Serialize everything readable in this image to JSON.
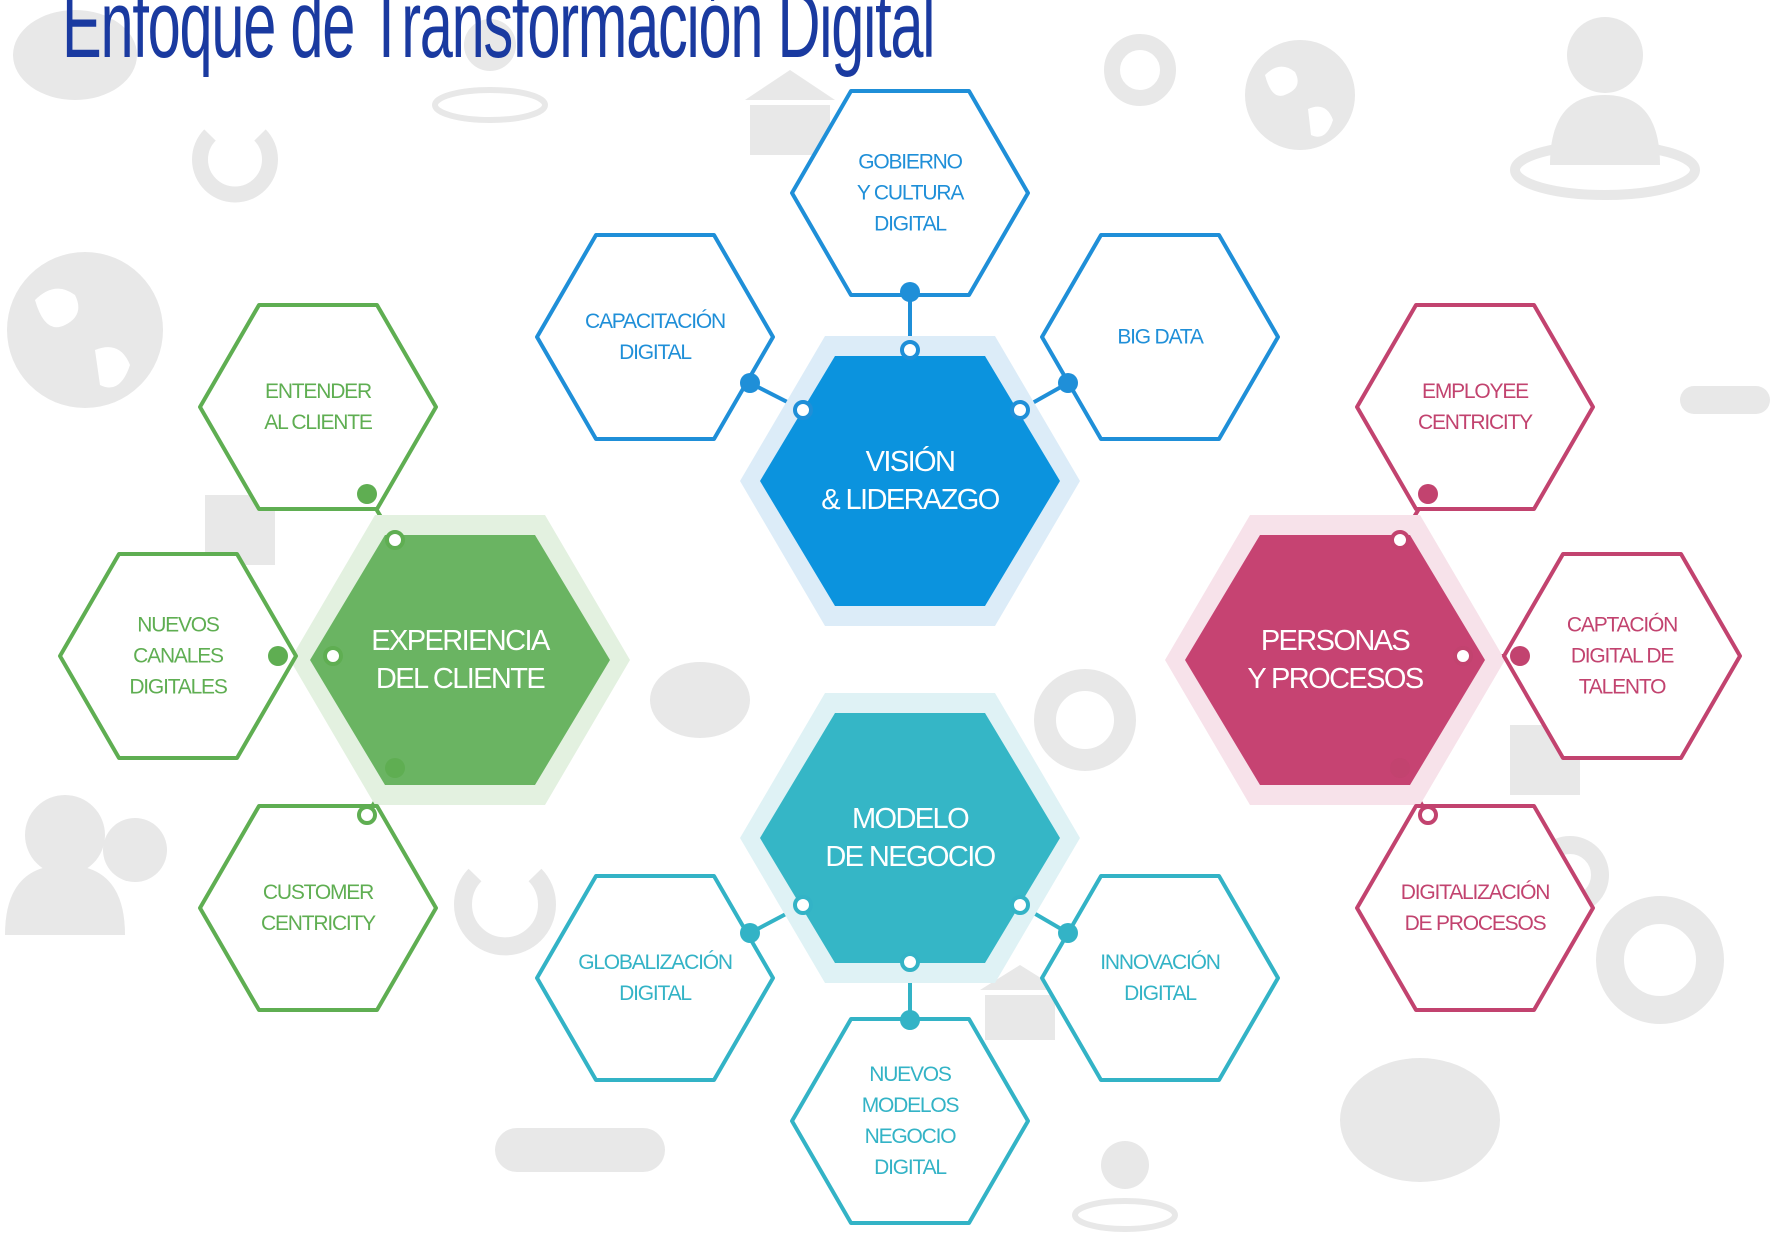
{
  "title": "Enfoque de Transformación Digital",
  "colors": {
    "blue": "#1f8fd8",
    "blue_fill": "#0b93de",
    "green": "#5fae52",
    "green_fill": "#6ab462",
    "pink": "#c2436f",
    "pink_fill": "#c64372",
    "teal": "#33b3c6",
    "teal_fill": "#35b6c6",
    "title": "#1a3aa0"
  },
  "groups": {
    "vision": {
      "core": "VISIÓN\n& LIDERAZGO",
      "satellites": [
        "CAPACITACIÓN\nDIGITAL",
        "GOBIERNO\nY CULTURA\nDIGITAL",
        "BIG DATA"
      ]
    },
    "cliente": {
      "core": "EXPERIENCIA\nDEL CLIENTE",
      "satellites": [
        "ENTENDER\nAL CLIENTE",
        "NUEVOS\nCANALES\nDIGITALES",
        "CUSTOMER\nCENTRICITY"
      ]
    },
    "personas": {
      "core": "PERSONAS\nY PROCESOS",
      "satellites": [
        "EMPLOYEE\nCENTRICITY",
        "CAPTACIÓN\nDIGITAL  DE\nTALENTO",
        "DIGITALIZACIÓN\nDE PROCESOS"
      ]
    },
    "modelo": {
      "core": "MODELO\nDE NEGOCIO",
      "satellites": [
        "GLOBALIZACIÓN\nDIGITAL",
        "NUEVOS\nMODELOS\nNEGOCIO\nDIGITAL",
        "INNOVACIÓN\nDIGITAL"
      ]
    }
  }
}
